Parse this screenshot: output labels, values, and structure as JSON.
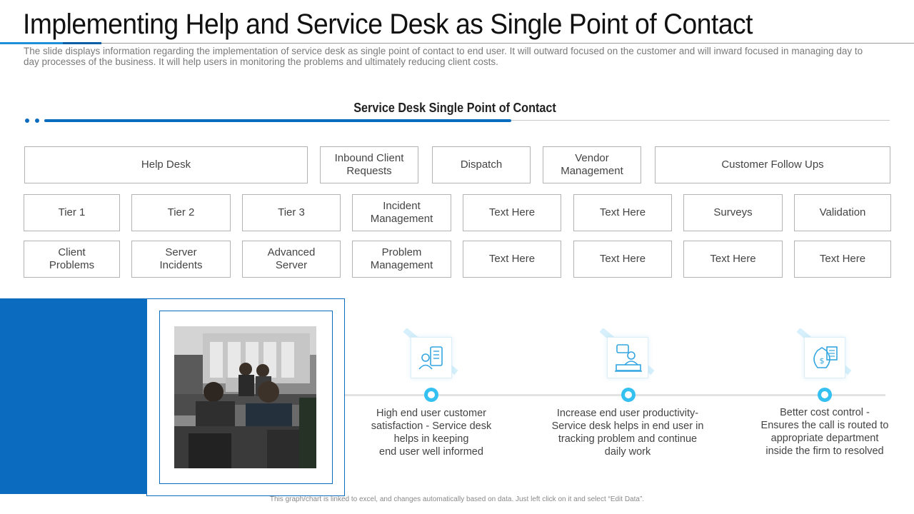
{
  "header": {
    "title": "Implementing Help and Service Desk as Single Point of Contact",
    "description": "The slide displays information regarding the implementation of service desk as single point of contact to end user. It will outward focused on the customer and will inward focused in managing day to day processes of the business. It will help users in monitoring the problems and ultimately reducing client costs."
  },
  "section": {
    "title": "Service Desk Single Point of Contact"
  },
  "grid": {
    "row1": [
      "Help Desk",
      "Inbound Client\nRequests",
      "Dispatch",
      "Vendor\nManagement",
      "Customer Follow Ups"
    ],
    "row2": [
      "Tier 1",
      "Tier 2",
      "Tier 3",
      "Incident\nManagement",
      "Text Here",
      "Text Here",
      "Surveys",
      "Validation"
    ],
    "row3": [
      "Client\nProblems",
      "Server\nIncidents",
      "Advanced\nServer",
      "Problem\nManagement",
      "Text Here",
      "Text Here",
      "Text Here",
      "Text Here"
    ]
  },
  "timeline": {
    "items": [
      {
        "icon": "customer-profile-icon",
        "text": "High end user customer\nsatisfaction - Service desk\nhelps in keeping\nend user well informed"
      },
      {
        "icon": "service-agent-icon",
        "text": "Increase end user productivity-\nService desk helps in end user in\ntracking problem and continue\ndaily work"
      },
      {
        "icon": "money-bag-icon",
        "text": "Better cost control -\nEnsures the call is routed to\nappropriate department\ninside the firm to resolved"
      }
    ]
  },
  "footer": {
    "note": "This graph/chart is linked to excel, and changes automatically based on data. Just left click on it and select “Edit Data”."
  },
  "colors": {
    "primary_blue": "#0a6bbf",
    "accent_cyan": "#34c1f2",
    "border_gray": "#b3b3b3"
  }
}
